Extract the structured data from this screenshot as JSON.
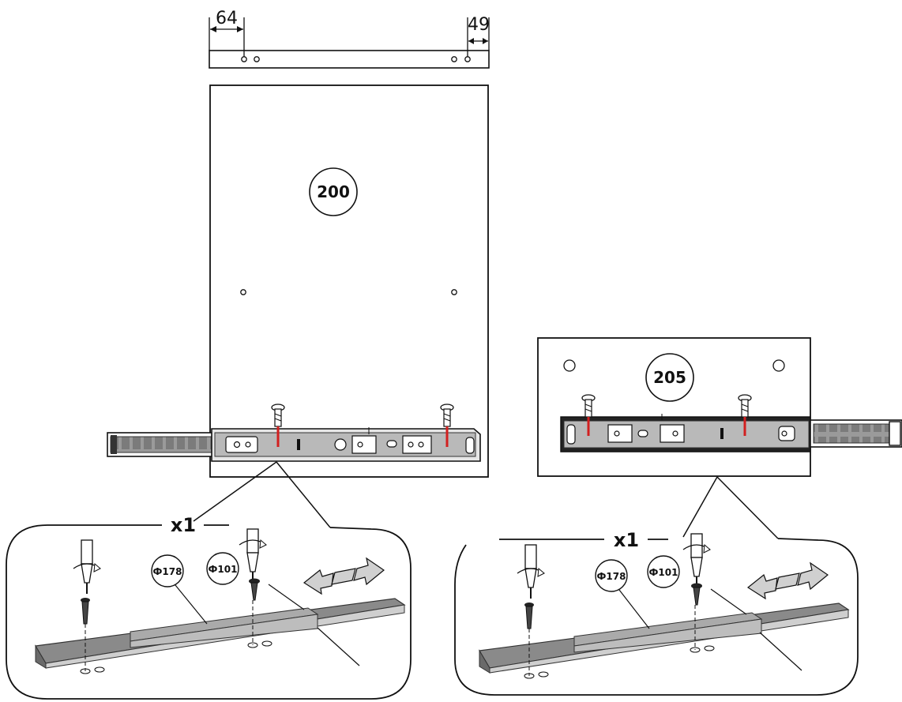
{
  "dimensions": {
    "left": "64",
    "right": "49"
  },
  "panels": {
    "main": "200",
    "side": "205"
  },
  "details": {
    "left": {
      "quantity": "x1",
      "rail_part": "Ф178",
      "screw_part": "Ф101"
    },
    "right": {
      "quantity": "x1",
      "rail_part": "Ф178",
      "screw_part": "Ф101"
    }
  },
  "colors": {
    "line": "#111111",
    "rail": "#555555",
    "rail_fill": "#8a8a8a",
    "rail_light": "#cfcfcf",
    "screw_tip": "#d21f1f",
    "arrow_fill": "#d0d0d0"
  },
  "icons": [
    "screwdriver-icon",
    "screw-icon",
    "double-arrow-icon"
  ]
}
